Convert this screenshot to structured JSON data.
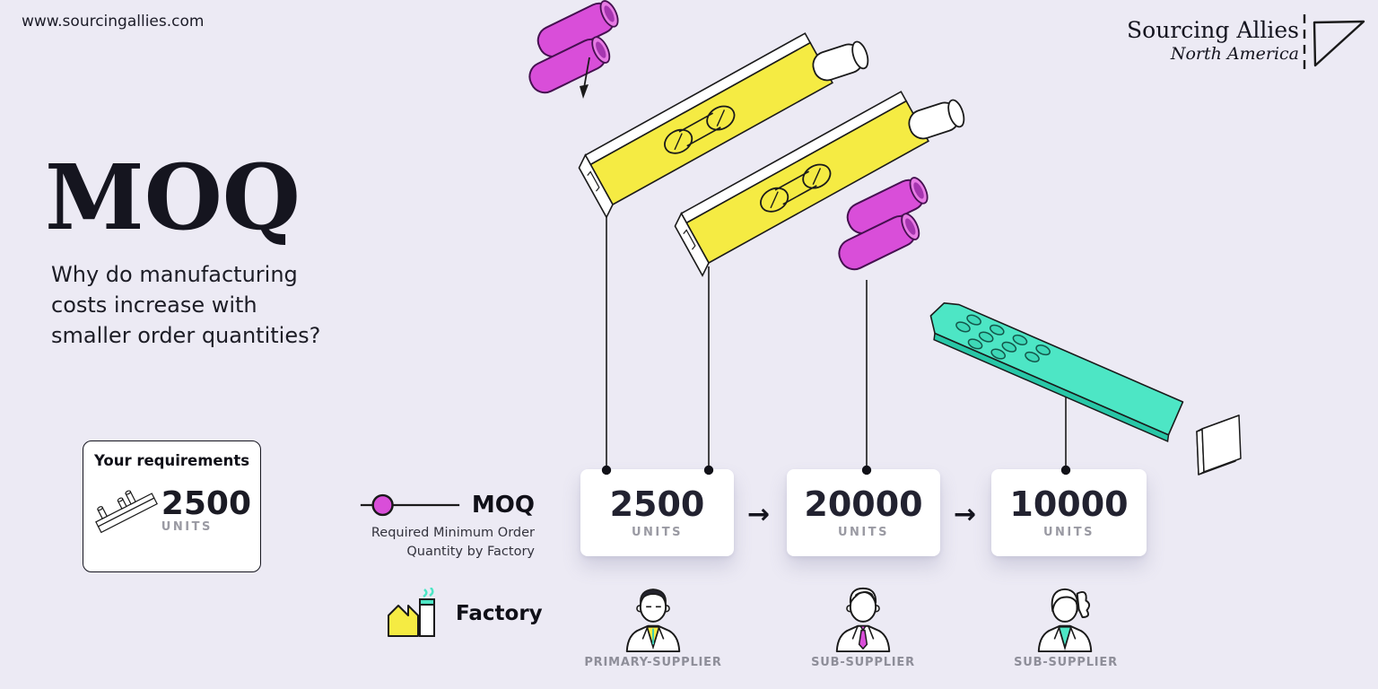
{
  "page": {
    "background": "#ECEAF4",
    "website": "www.sourcingallies.com"
  },
  "brand": {
    "name": "Sourcing Allies",
    "region": "North America"
  },
  "intro": {
    "title": "MOQ",
    "subtitle": "Why do manufacturing\ncosts increase with\nsmaller order quantities?"
  },
  "requirements": {
    "title": "Your requirements",
    "quantity": "2500",
    "units_label": "UNITS"
  },
  "legend": {
    "moq_label": "MOQ",
    "moq_description": "Required Minimum Order\nQuantity by Factory",
    "factory_label": "Factory"
  },
  "flow": {
    "arrow_glyph": "→",
    "cards": [
      {
        "quantity": "2500",
        "units": "UNITS"
      },
      {
        "quantity": "20000",
        "units": "UNITS"
      },
      {
        "quantity": "10000",
        "units": "UNITS"
      }
    ]
  },
  "suppliers": [
    {
      "label": "PRIMARY-SUPPLIER"
    },
    {
      "label": "SUB-SUPPLIER"
    },
    {
      "label": "SUB-SUPPLIER"
    }
  ],
  "colors": {
    "magenta": "#D94ED9",
    "magenta_light": "#E77BE4",
    "magenta_dark": "#A636B0",
    "yellow": "#F5EB43",
    "teal": "#4DE6C5",
    "teal_dark": "#28C7A7",
    "outline": "#1a1a1a"
  }
}
